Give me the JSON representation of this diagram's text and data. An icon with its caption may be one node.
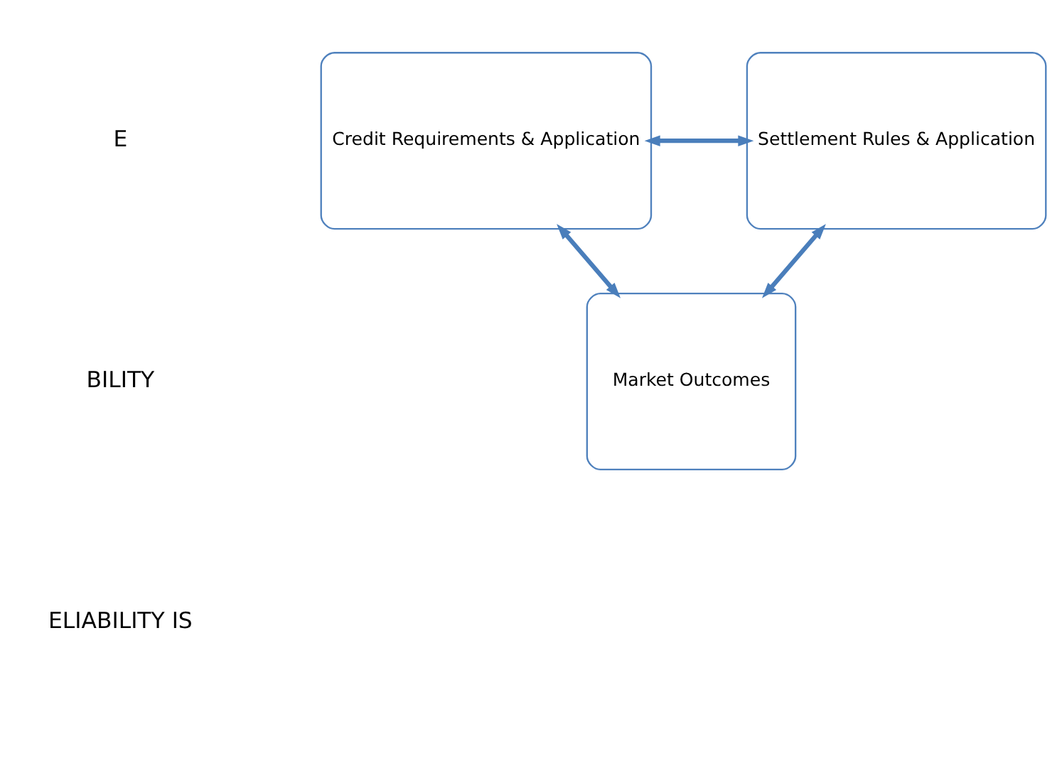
{
  "diagram": {
    "nodes": [
      {
        "text": [
          "Credit Requirements & Application"
        ]
      },
      {
        "text": [
          "Settlement Rules & Application"
        ]
      },
      {
        "text": [
          "Market Outcomes"
        ]
      }
    ],
    "edges": [
      {
        "from": 0,
        "to": 1,
        "arrow": "both"
      },
      {
        "from": 0,
        "to": 2,
        "arrow": "both"
      },
      {
        "from": 1,
        "to": 2,
        "arrow": "both"
      }
    ],
    "labels": [
      "E",
      "BILITY",
      "ELIABILITY IS"
    ]
  }
}
